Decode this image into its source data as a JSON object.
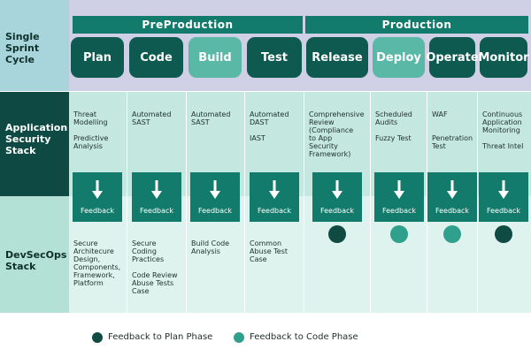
{
  "row_labels": {
    "cycle": [
      "Single",
      "Sprint",
      "Cycle"
    ],
    "security": [
      "Application",
      "Security",
      "Stack"
    ],
    "devsecops": [
      "DevSecOps",
      "Stack"
    ]
  },
  "phases": {
    "preproduction": "PreProduction",
    "production": "Production"
  },
  "stages": [
    "Plan",
    "Code",
    "Build",
    "Test",
    "Release",
    "Deploy",
    "Operate",
    "Monitor"
  ],
  "security_stack": [
    [
      "Threat",
      "Modelling",
      "",
      "Predictive",
      "Analysis"
    ],
    [
      "Automated",
      "SAST"
    ],
    [
      "Automated",
      "SAST"
    ],
    [
      "Automated",
      "DAST",
      "",
      "IAST"
    ],
    [
      "Comprehensive",
      "Review",
      "(Compliance",
      "to App",
      "Security",
      "Framework)"
    ],
    [
      "Scheduled",
      "Audits",
      "",
      "Fuzzy Test"
    ],
    [
      "WAF",
      "",
      "",
      "Penetration",
      "Test"
    ],
    [
      "Continuous",
      "Application",
      "Monitoring",
      "",
      "Threat Intel"
    ]
  ],
  "feedback_label": "Feedback",
  "feedback_dots": [
    "",
    "",
    "",
    "",
    "plan",
    "code",
    "code",
    "plan"
  ],
  "devsecops_stack": [
    [
      "Secure",
      "Architecure",
      "Design,",
      "Components,",
      "Framework,",
      "Platform"
    ],
    [
      "Secure",
      "Coding",
      "Practices",
      "",
      "Code Review",
      "Abuse Tests",
      "Case"
    ],
    [
      "Build Code",
      "Analysis"
    ],
    [
      "Common",
      "Abuse Test",
      "Case"
    ],
    [],
    [],
    [],
    []
  ],
  "legend": {
    "plan": "Feedback to Plan Phase",
    "code": "Feedback to Code Phase"
  },
  "colors": {
    "stage_dark": "#0f5a50",
    "stage_light": "#5ab8a7",
    "phase_header": "#137b6b",
    "dot_plan": "#0f4a43",
    "dot_code": "#2fa08c"
  },
  "icons": {
    "feedback": "arrow-down-icon"
  }
}
